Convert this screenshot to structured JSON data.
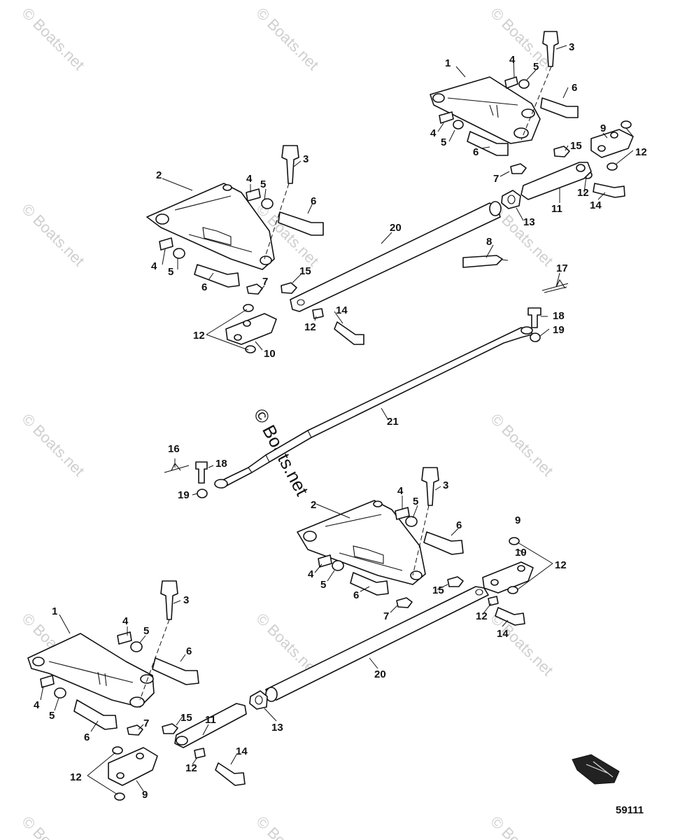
{
  "watermark": {
    "text": "© Boats.net",
    "center_text": "© Boats.net"
  },
  "figure_number": "59111",
  "labels": {
    "n1": "1",
    "n2": "2",
    "n3": "3",
    "n4": "4",
    "n5": "5",
    "n6": "6",
    "n7": "7",
    "n8": "8",
    "n9": "9",
    "n10": "10",
    "n11": "11",
    "n12": "12",
    "n13": "13",
    "n14": "14",
    "n15": "15",
    "n16": "16",
    "n17": "17",
    "n18": "18",
    "n19": "19",
    "n20": "20",
    "n21": "21"
  },
  "colors": {
    "ink": "#111111",
    "watermark": "#cfcfcf",
    "background": "#ffffff"
  }
}
